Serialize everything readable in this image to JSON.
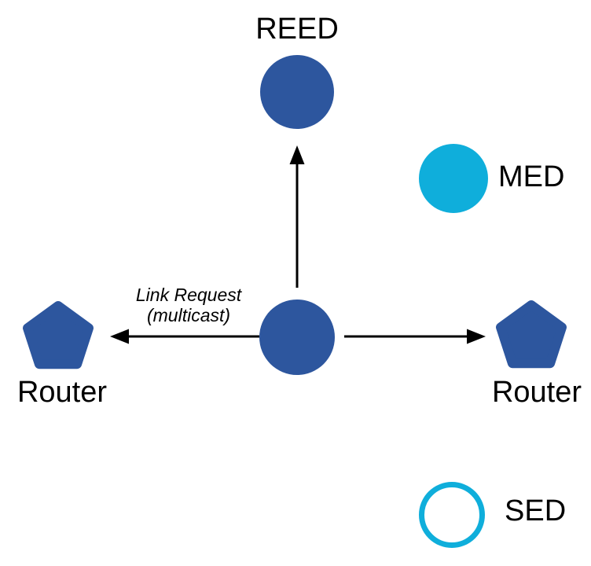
{
  "diagram": {
    "nodes": {
      "reed": {
        "label": "REED",
        "shape": "filled-circle",
        "color": "#2D569E"
      },
      "med": {
        "label": "MED",
        "shape": "filled-circle",
        "color": "#0FAEDB"
      },
      "sender": {
        "shape": "filled-circle",
        "color": "#2D569E"
      },
      "router_left": {
        "label": "Router",
        "shape": "pentagon",
        "color": "#2D569E"
      },
      "router_right": {
        "label": "Router",
        "shape": "pentagon",
        "color": "#2D569E"
      },
      "sed": {
        "label": "SED",
        "shape": "outlined-circle",
        "color": "#0FAEDB"
      }
    },
    "message_label": {
      "line1": "Link Request",
      "line2": "(multicast)"
    },
    "arrows": [
      {
        "from": "sender",
        "to": "reed",
        "direction": "up"
      },
      {
        "from": "sender",
        "to": "router_left",
        "direction": "left"
      },
      {
        "from": "sender",
        "to": "router_right",
        "direction": "right"
      }
    ],
    "style": {
      "arrow_color": "#000000"
    }
  }
}
